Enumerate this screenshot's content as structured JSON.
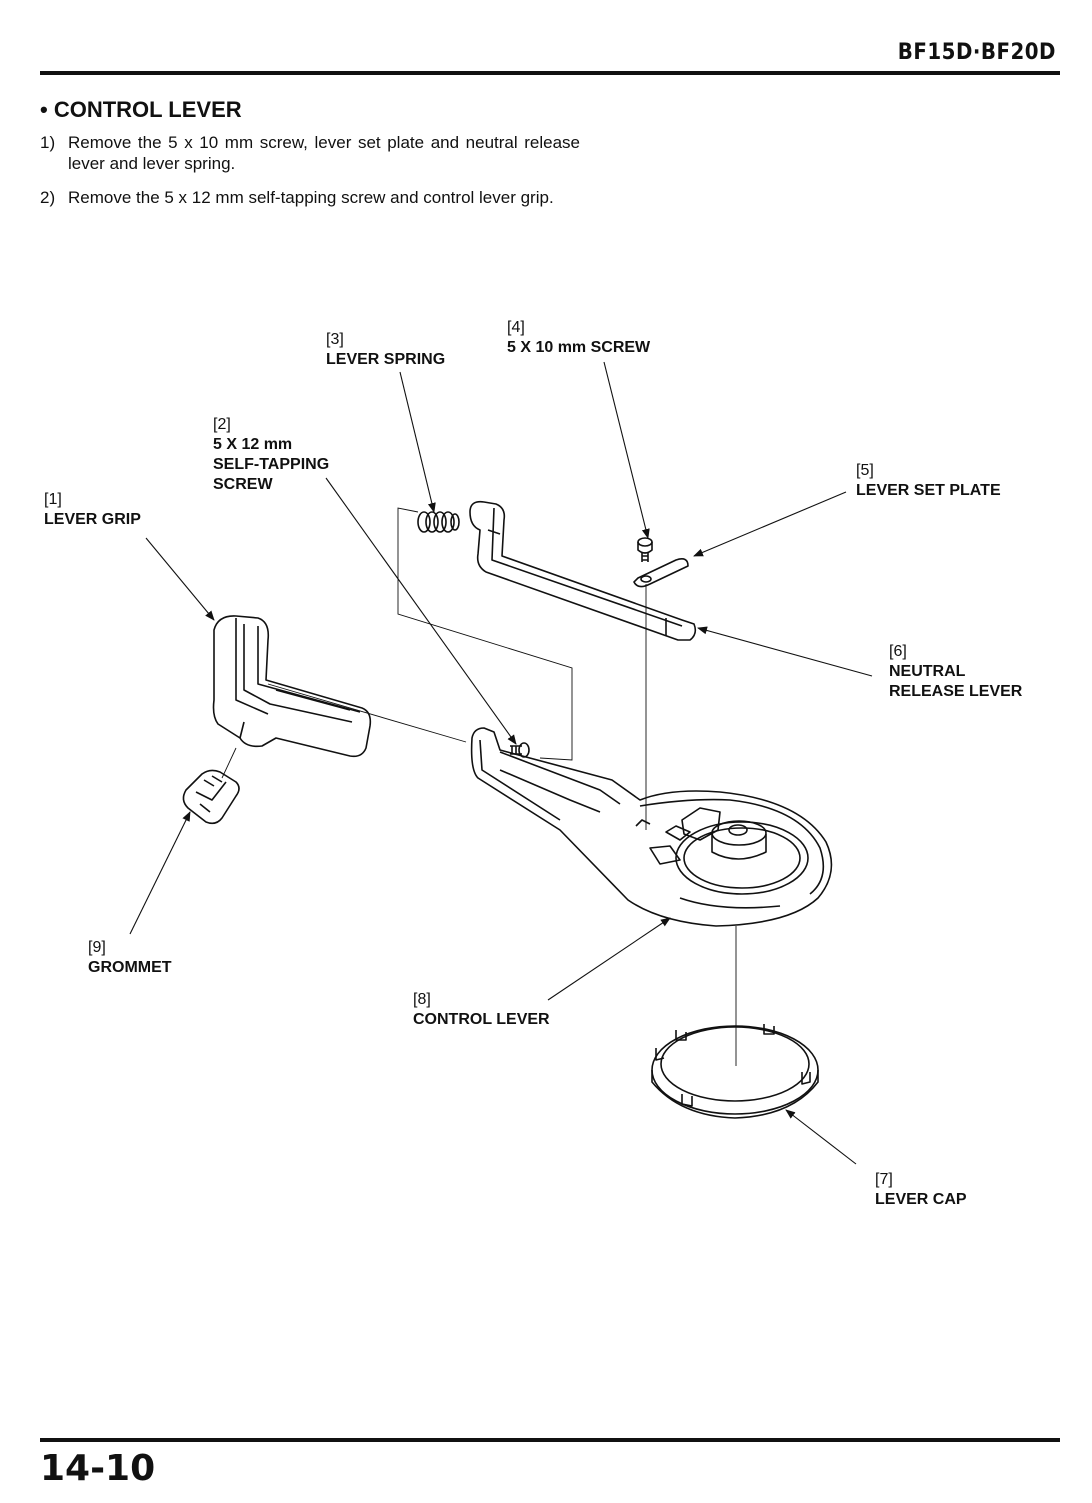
{
  "header": {
    "model": "BF15D·BF20D"
  },
  "section": {
    "title": "• CONTROL LEVER"
  },
  "steps": [
    {
      "num": "1)",
      "text": "Remove the 5 x 10 mm screw, lever set plate and neutral release lever and lever spring."
    },
    {
      "num": "2)",
      "text": "Remove the 5 x 12 mm self-tapping screw and control lever grip."
    }
  ],
  "callouts": {
    "c1": {
      "index": "[1]",
      "name": "LEVER GRIP"
    },
    "c2": {
      "index": "[2]",
      "name": "5 X 12 mm\nSELF-TAPPING\nSCREW"
    },
    "c3": {
      "index": "[3]",
      "name": "LEVER SPRING"
    },
    "c4": {
      "index": "[4]",
      "name": "5 X 10 mm SCREW"
    },
    "c5": {
      "index": "[5]",
      "name": "LEVER SET PLATE"
    },
    "c6": {
      "index": "[6]",
      "name": "NEUTRAL\nRELEASE LEVER"
    },
    "c7": {
      "index": "[7]",
      "name": "LEVER CAP"
    },
    "c8": {
      "index": "[8]",
      "name": "CONTROL LEVER"
    },
    "c9": {
      "index": "[9]",
      "name": "GROMMET"
    }
  },
  "footer": {
    "page_number": "14-10"
  }
}
